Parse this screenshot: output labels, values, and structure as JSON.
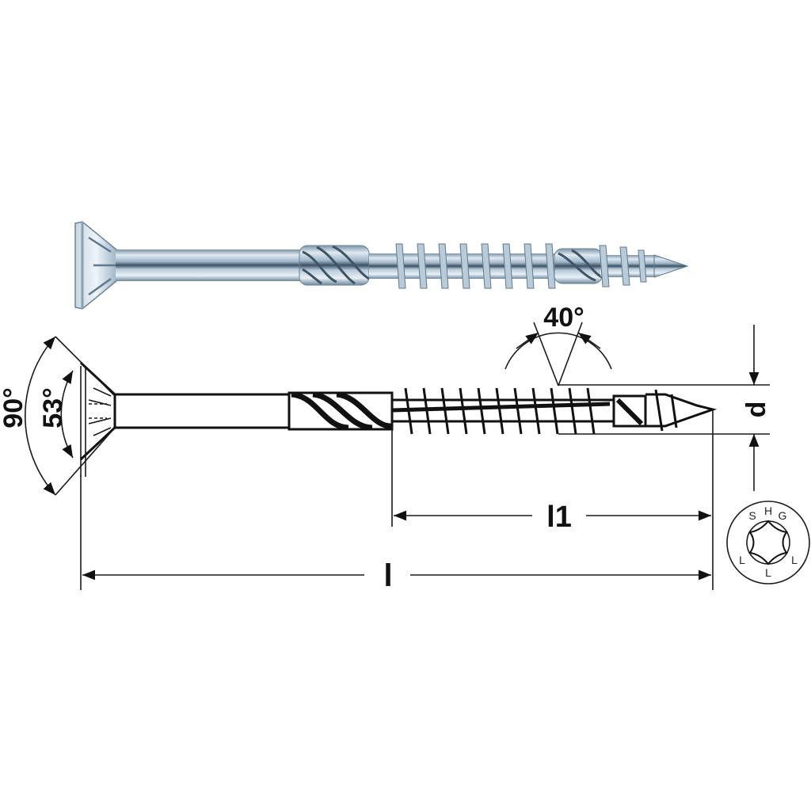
{
  "diagram": {
    "type": "technical-drawing",
    "subject": "countersunk wood construction screw",
    "colors": {
      "background": "#ffffff",
      "line": "#1a1a1a",
      "metal_light": "#e4eef6",
      "metal_mid": "#a9bfd0",
      "metal_dark": "#5f7a8e"
    },
    "photo_view": {
      "name": "screw-photo",
      "features": [
        "countersunk-head-with-ribs",
        "smooth-shank",
        "twisted-cutting-section",
        "thread",
        "second-cutter-section",
        "sharp-tip"
      ]
    },
    "line_drawing": {
      "angles": {
        "head_outer": "90°",
        "head_inner": "53°",
        "thread_flank": "40°"
      },
      "dimensions": {
        "total_length": "l",
        "thread_length": "l1",
        "diameter": "d"
      }
    },
    "drive_symbol": {
      "name": "torx-drive",
      "letters_top": [
        "S",
        "H",
        "G"
      ],
      "letters_bottom": [
        "L",
        "L",
        "L"
      ]
    }
  }
}
